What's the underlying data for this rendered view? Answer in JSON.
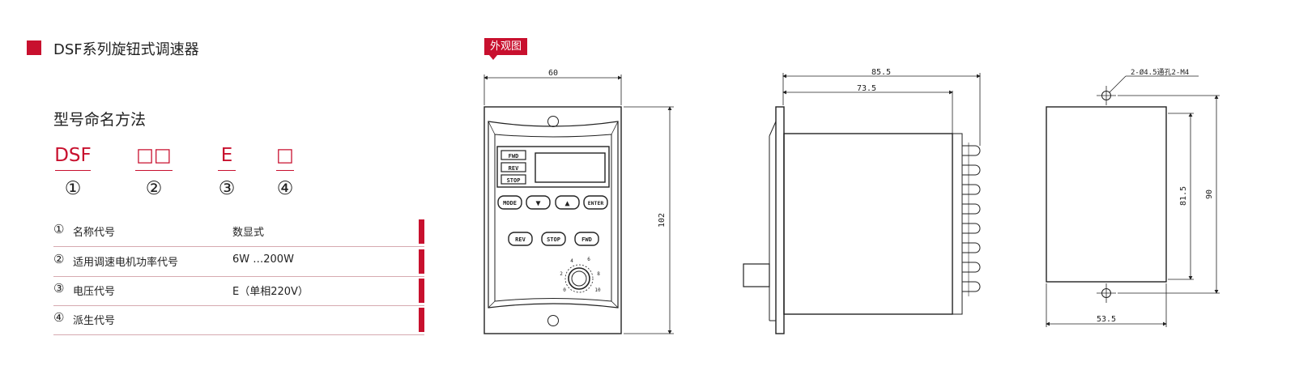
{
  "header": {
    "title": "DSF系列旋钮式调速器"
  },
  "naming": {
    "title": "型号命名方法",
    "parts": [
      {
        "code": "DSF",
        "num": "①"
      },
      {
        "code": "□□",
        "num": "②"
      },
      {
        "code": "E",
        "num": "③"
      },
      {
        "code": "□",
        "num": "④"
      }
    ],
    "rows": [
      {
        "num": "①",
        "label": "名称代号",
        "value": "数显式"
      },
      {
        "num": "②",
        "label": "适用调速电机功率代号",
        "value": "6W …200W"
      },
      {
        "num": "③",
        "label": "电压代号",
        "value": "E（单相220V）"
      },
      {
        "num": "④",
        "label": "派生代号",
        "value": ""
      }
    ]
  },
  "drawing": {
    "tag": "外观图",
    "accent_color": "#c8102e",
    "front": {
      "width_label": "60",
      "height_label": "102",
      "indicators": [
        "FWD",
        "REV",
        "STOP"
      ],
      "keys": [
        "MODE",
        "▼",
        "▲",
        "ENTER"
      ],
      "run_buttons": [
        "REV",
        "STOP",
        "FWD"
      ],
      "dial_marks": [
        "0",
        "2",
        "4",
        "6",
        "8",
        "10"
      ]
    },
    "side": {
      "overall_label": "85.5",
      "body_label": "73.5"
    },
    "back": {
      "holes_label": "2-Ø4.5通孔2-M4",
      "hole_spacing_label": "81.5",
      "height_label": "90",
      "width_label": "53.5"
    }
  }
}
